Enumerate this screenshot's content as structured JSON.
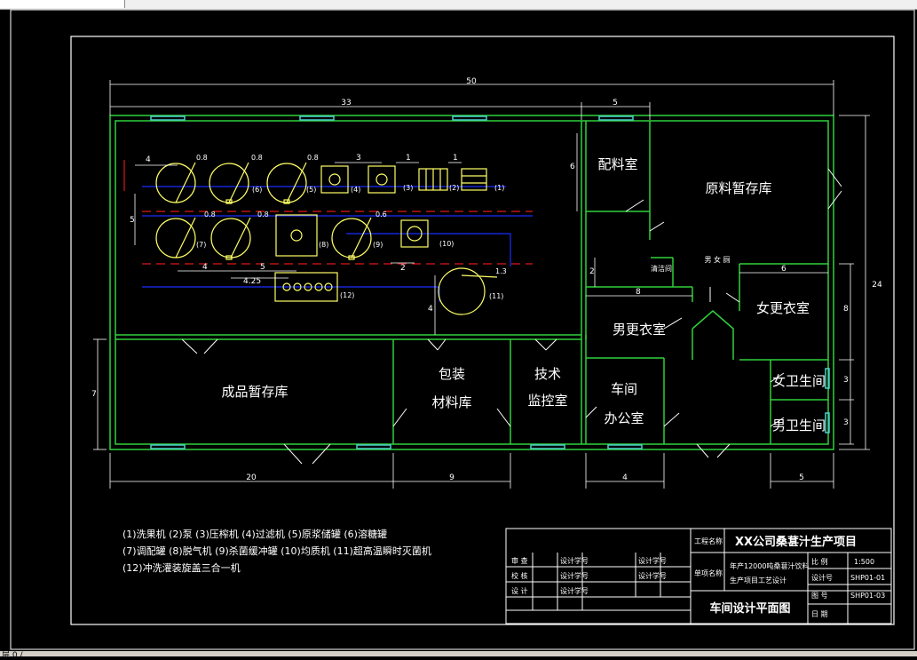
{
  "colors": {
    "wall": "#2fd13a",
    "dim": "#ffffff",
    "equip": "#ffff66",
    "red": "#e01818",
    "blue": "#1a2cff",
    "window": "#4fd0d0"
  },
  "dimensions": {
    "total_width": "50",
    "left_width": "33",
    "mid_width": "5",
    "height": "24",
    "bottom_left": "20",
    "bottom_mid": "9",
    "bottom_right1": "4",
    "bottom_right2": "5",
    "left_height": "7",
    "d4a": "4",
    "d5a": "5",
    "d3a": "3",
    "d1a": "1",
    "d1b": "1",
    "d4b": "4",
    "d5b": "5",
    "d2a": "2",
    "d425": "4.25",
    "d4c": "4",
    "d6a": "6",
    "d2b": "2",
    "d8a": "8",
    "d6b": "6",
    "d8b": "8",
    "d3b": "3",
    "d3c": "3",
    "d08a": "0.8",
    "d08b": "0.8",
    "d08c": "0.8",
    "d08d": "0.8",
    "d08e": "0.8",
    "d06": "0.6",
    "d13": "1.3"
  },
  "equipment": {
    "e1": "(1)",
    "e2": "(2)",
    "e3": "(3)",
    "e4": "(4)",
    "e5": "(5)",
    "e6": "(6)",
    "e7": "(7)",
    "e8": "(8)",
    "e9": "(9)",
    "e10": "(10)",
    "e11": "(11)",
    "e12": "(12)"
  },
  "rooms": {
    "peiliao": "配料室",
    "yuanliao": "原料暂存库",
    "qingjie": "清洁间",
    "nv_gengyi": "女更衣室",
    "nan_gengyi": "男更衣室",
    "nv_weisheng": "女卫生间",
    "nan_weisheng": "男卫生间",
    "chengpin": "成品暂存库",
    "baozhuang_1": "包装",
    "baozhuang_2": "材料库",
    "jishu_1": "技术",
    "jishu_2": "监控室",
    "chejian_1": "车间",
    "chejian_2": "办公室",
    "small_label": "男 女 厕"
  },
  "legend": {
    "line1": "(1)洗果机  (2)泵  (3)压榨机 (4)过滤机  (5)原浆储罐  (6)溶糖罐",
    "line2": "(7)调配罐  (8)脱气机  (9)杀菌缓冲罐  (10)均质机  (11)超高温瞬时灭菌机",
    "line3": "(12)冲洗灌装旋盖三合一机"
  },
  "titleblock": {
    "proj_label": "工程名称",
    "proj_value": "XX公司桑葚汁生产项目",
    "unit_label": "单项名称",
    "unit_value1": "年产12000吨桑葚汁饮料",
    "unit_value2": "生产项目工艺设计",
    "r1": "审 查",
    "r2": "校 核",
    "r3": "设 计",
    "c1": "设计学号",
    "c2": "设计学号",
    "c3": "设计学号",
    "d1": "设计学号",
    "d2": "设计学号",
    "scale_label": "比 例",
    "scale_value": "1:500",
    "designer_label": "设计号",
    "designer_value": "SHP01-01",
    "drawing_label": "图 号",
    "drawing_value": "SHP01-03",
    "date_label": "日 期",
    "drawing_title": "车间设计平面图"
  },
  "status": {
    "text": "层 0 /"
  }
}
